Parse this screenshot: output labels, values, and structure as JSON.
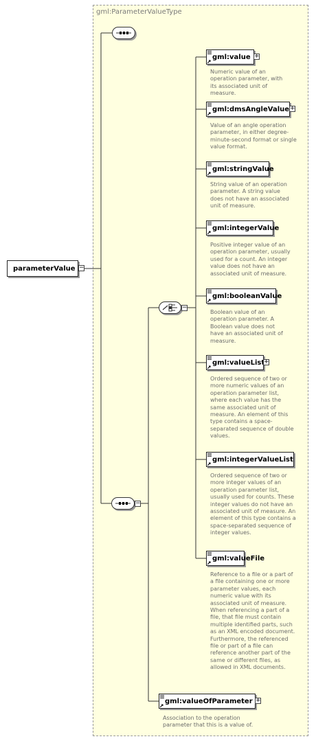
{
  "type_name": "gml:ParameterValueType",
  "root": {
    "label": "parameterValue",
    "collapse_symbol": "−"
  },
  "elements": [
    {
      "label": "gml:value",
      "expand": "+",
      "description": "Numeric value of an operation parameter, with its associated unit of measure."
    },
    {
      "label": "gml:dmsAngleValue",
      "expand": "+",
      "description": "Value of an angle operation parameter, in either degree-minute-second format or single value format."
    },
    {
      "label": "gml:stringValue",
      "expand": "",
      "description": "String value of an operation parameter. A string value does not have an associated unit of measure."
    },
    {
      "label": "gml:integerValue",
      "expand": "",
      "description": "Positive integer value of an operation parameter, usually used for a count. An integer value does not have an associated unit of measure."
    },
    {
      "label": "gml:booleanValue",
      "expand": "",
      "description": "Boolean value of an operation parameter. A Boolean value does not have an associated unit of measure."
    },
    {
      "label": "gml:valueList",
      "expand": "+",
      "description": "Ordered sequence of two or more numeric values of an operation parameter list, where each value has the same associated unit of measure. An element of this type contains a space-separated sequence of double values."
    },
    {
      "label": "gml:integerValueList",
      "expand": "",
      "description": "Ordered sequence of two or more integer values of an operation parameter list, usually used for counts. These integer values do not have an associated unit of measure. An element of this type contains a space-separated sequence of integer values."
    },
    {
      "label": "gml:valueFile",
      "expand": "",
      "description": "Reference to a file or a part of a file containing one or more parameter values, each numeric value with its associated unit of measure. When referencing a part of a file, that file must contain multiple identified parts, such as an XML encoded document. Furthermore, the referenced file or part of a file can reference another part of the same or different files, as allowed in XML documents."
    }
  ],
  "value_of_parameter": {
    "label": "gml:valueOfParameter",
    "expand": "+",
    "description": "Association to the operation parameter that this is a value of."
  },
  "choice_collapse_symbol": "−",
  "sequence_collapse_symbol": "−"
}
